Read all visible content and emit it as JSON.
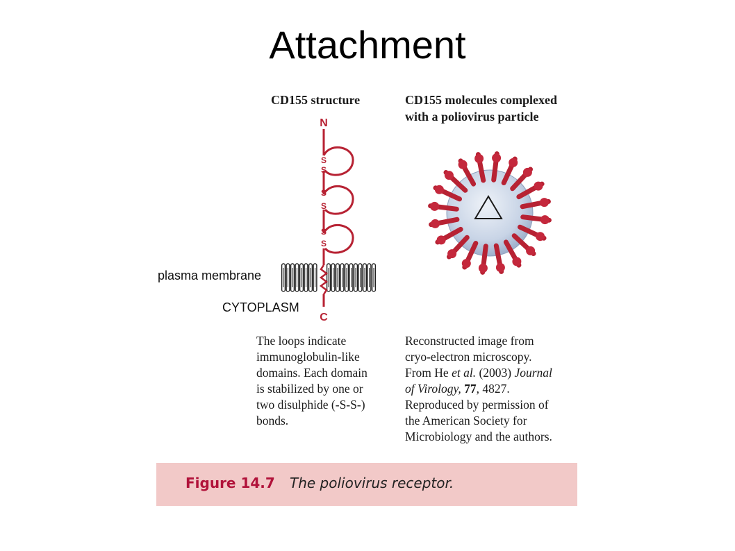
{
  "slide": {
    "title": "Attachment"
  },
  "left_panel": {
    "heading": "CD155 structure",
    "n_terminus": "N",
    "c_terminus": "C",
    "disulphide_labels": [
      "S",
      "S",
      "S",
      "S",
      "S",
      "S"
    ],
    "membrane_label": "plasma membrane",
    "cytoplasm_label": "CYTOPLASM",
    "caption_lines": [
      "The loops indicate",
      "immunoglobulin-like",
      "domains. Each domain",
      "is stabilized by one or",
      "two disulphide (-S-S-)",
      "bonds."
    ]
  },
  "right_panel": {
    "heading_lines": [
      "CD155 molecules complexed",
      "with a poliovirus particle"
    ],
    "caption": {
      "line1": "Reconstructed image from",
      "line2": "cryo-electron microscopy.",
      "line3_a": "From He ",
      "line3_b": "et al.",
      "line3_c": " (2003) ",
      "line3_d": "Journal",
      "line4_a": "of Virology,",
      "line4_b": " ",
      "line4_c": "77",
      "line4_d": ", 4827.",
      "line5": "Reproduced by permission of",
      "line6": "the American Society for",
      "line7": "Microbiology and the authors."
    }
  },
  "figure": {
    "number": "Figure 14.7",
    "title": "The poliovirus receptor."
  },
  "colors": {
    "protein_red": "#b72233",
    "figure_bar": "#f2c9c8",
    "figure_number": "#b1123a",
    "virus_body": "#c8d4e6"
  }
}
